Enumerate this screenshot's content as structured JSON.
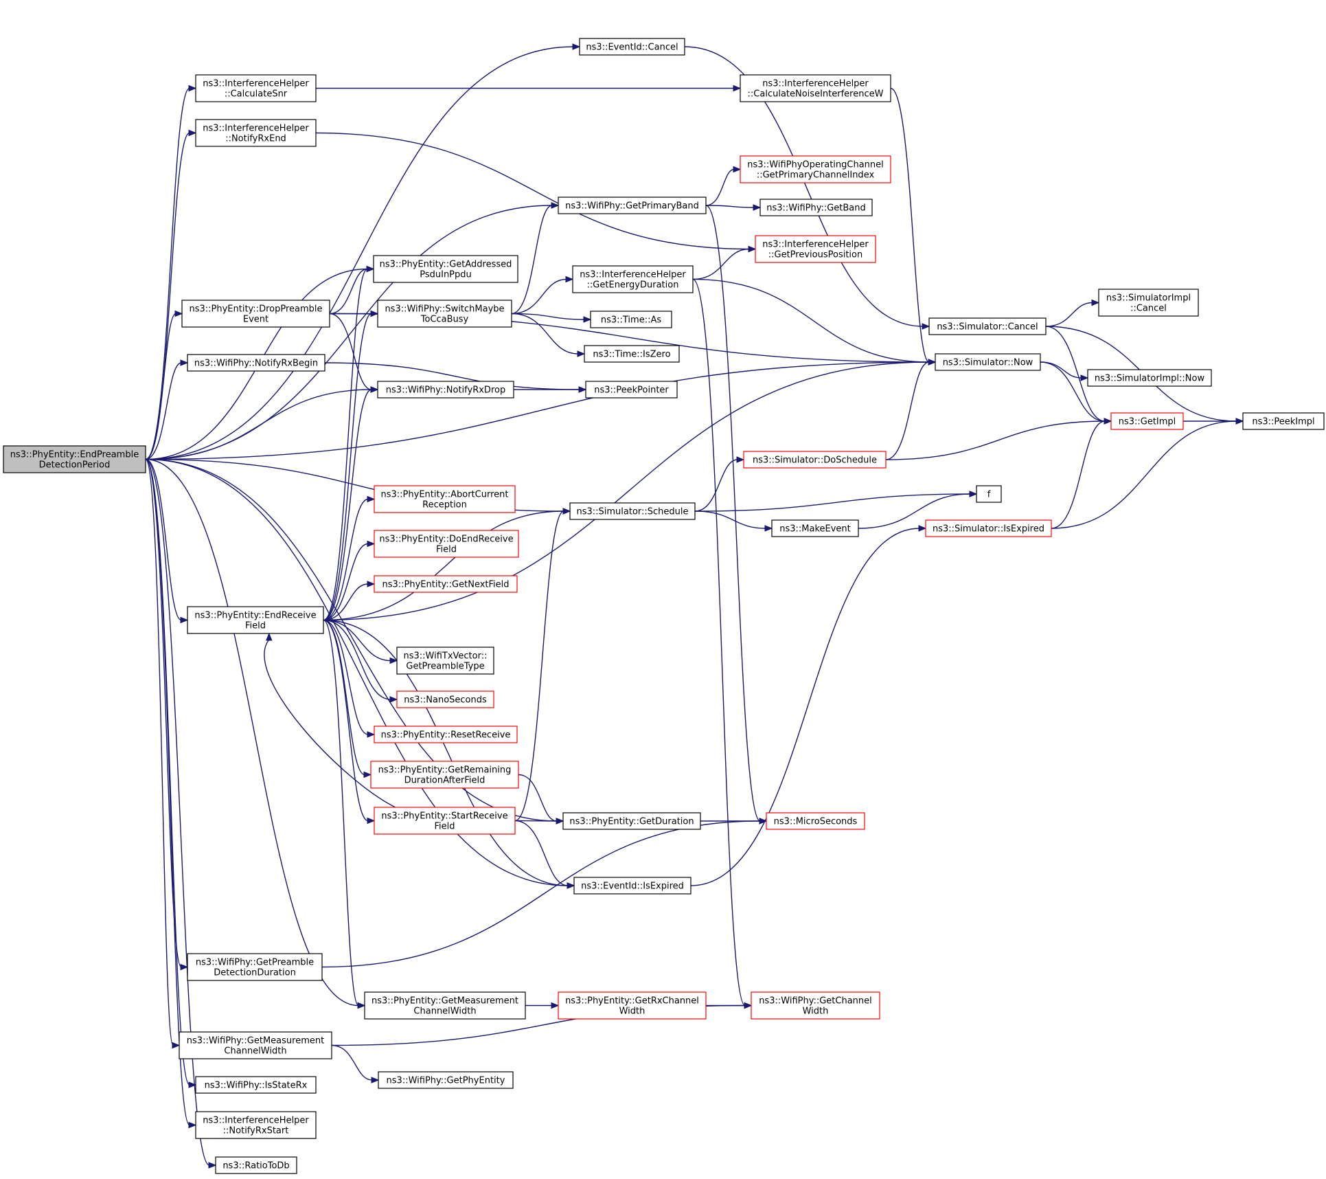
{
  "colors": {
    "edge": "#191970",
    "node_border": "#000000",
    "node_border_undocumented": "#ff0000",
    "root_fill": "#bfbfbf",
    "background": "#ffffff"
  },
  "nodes": {
    "root": {
      "lines": [
        "ns3::PhyEntity::EndPreamble",
        "DetectionPeriod"
      ]
    },
    "calculate_snr": {
      "lines": [
        "ns3::InterferenceHelper",
        "::CalculateSnr"
      ]
    },
    "notify_rx_end_ih": {
      "lines": [
        "ns3::InterferenceHelper",
        "::NotifyRxEnd"
      ]
    },
    "drop_preamble_event": {
      "lines": [
        "ns3::PhyEntity::DropPreamble",
        "Event"
      ]
    },
    "wifiphy_notify_rx_begin": {
      "lines": [
        "ns3::WifiPhy::NotifyRxBegin"
      ]
    },
    "end_receive_field": {
      "lines": [
        "ns3::PhyEntity::EndReceive",
        "Field"
      ]
    },
    "get_preamble_detection_duration": {
      "lines": [
        "ns3::WifiPhy::GetPreamble",
        "DetectionDuration"
      ]
    },
    "wifiphy_get_measurement_channel_width": {
      "lines": [
        "ns3::WifiPhy::GetMeasurement",
        "ChannelWidth"
      ]
    },
    "is_state_rx": {
      "lines": [
        "ns3::WifiPhy::IsStateRx"
      ]
    },
    "notify_rx_start_ih": {
      "lines": [
        "ns3::InterferenceHelper",
        "::NotifyRxStart"
      ]
    },
    "ratio_to_db": {
      "lines": [
        "ns3::RatioToDb"
      ]
    },
    "get_addressed_psdu": {
      "lines": [
        "ns3::PhyEntity::GetAddressed",
        "PsduInPpdu"
      ]
    },
    "switch_maybe_to_cca_busy": {
      "lines": [
        "ns3::WifiPhy::SwitchMaybe",
        "ToCcaBusy"
      ]
    },
    "wifiphy_notify_rx_drop": {
      "lines": [
        "ns3::WifiPhy::NotifyRxDrop"
      ]
    },
    "abort_current_reception": {
      "lines": [
        "ns3::PhyEntity::AbortCurrent",
        "Reception"
      ]
    },
    "do_end_receive_field": {
      "lines": [
        "ns3::PhyEntity::DoEndReceive",
        "Field"
      ]
    },
    "get_next_field": {
      "lines": [
        "ns3::PhyEntity::GetNextField"
      ]
    },
    "get_preamble_type": {
      "lines": [
        "ns3::WifiTxVector::",
        "GetPreambleType"
      ]
    },
    "nano_seconds": {
      "lines": [
        "ns3::NanoSeconds"
      ]
    },
    "reset_receive": {
      "lines": [
        "ns3::PhyEntity::ResetReceive"
      ]
    },
    "get_remaining_duration": {
      "lines": [
        "ns3::PhyEntity::GetRemaining",
        "DurationAfterField"
      ]
    },
    "start_receive_field": {
      "lines": [
        "ns3::PhyEntity::StartReceive",
        "Field"
      ]
    },
    "phyentity_get_measurement_channel_width": {
      "lines": [
        "ns3::PhyEntity::GetMeasurement",
        "ChannelWidth"
      ]
    },
    "get_phy_entity": {
      "lines": [
        "ns3::WifiPhy::GetPhyEntity"
      ]
    },
    "eventid_cancel": {
      "lines": [
        "ns3::EventId::Cancel"
      ]
    },
    "get_primary_band": {
      "lines": [
        "ns3::WifiPhy::GetPrimaryBand"
      ]
    },
    "get_energy_duration": {
      "lines": [
        "ns3::InterferenceHelper",
        "::GetEnergyDuration"
      ]
    },
    "time_as": {
      "lines": [
        "ns3::Time::As"
      ]
    },
    "time_is_zero": {
      "lines": [
        "ns3::Time::IsZero"
      ]
    },
    "peek_pointer": {
      "lines": [
        "ns3::PeekPointer"
      ]
    },
    "simulator_schedule": {
      "lines": [
        "ns3::Simulator::Schedule"
      ]
    },
    "phyentity_get_duration": {
      "lines": [
        "ns3::PhyEntity::GetDuration"
      ]
    },
    "eventid_is_expired": {
      "lines": [
        "ns3::EventId::IsExpired"
      ]
    },
    "get_rx_channel_width": {
      "lines": [
        "ns3::PhyEntity::GetRxChannel",
        "Width"
      ]
    },
    "calculate_noise_interference_w": {
      "lines": [
        "ns3::InterferenceHelper",
        "::CalculateNoiseInterferenceW"
      ]
    },
    "get_primary_channel_index": {
      "lines": [
        "ns3::WifiPhyOperatingChannel",
        "::GetPrimaryChannelIndex"
      ]
    },
    "wifiphy_get_band": {
      "lines": [
        "ns3::WifiPhy::GetBand"
      ]
    },
    "get_previous_position": {
      "lines": [
        "ns3::InterferenceHelper",
        "::GetPreviousPosition"
      ]
    },
    "simulator_do_schedule": {
      "lines": [
        "ns3::Simulator::DoSchedule"
      ]
    },
    "make_event": {
      "lines": [
        "ns3::MakeEvent"
      ]
    },
    "micro_seconds": {
      "lines": [
        "ns3::MicroSeconds"
      ]
    },
    "wifiphy_get_channel_width": {
      "lines": [
        "ns3::WifiPhy::GetChannel",
        "Width"
      ]
    },
    "simulator_cancel": {
      "lines": [
        "ns3::Simulator::Cancel"
      ]
    },
    "simulator_now": {
      "lines": [
        "ns3::Simulator::Now"
      ]
    },
    "f": {
      "lines": [
        "f"
      ]
    },
    "simulator_is_expired": {
      "lines": [
        "ns3::Simulator::IsExpired"
      ]
    },
    "simulatorimpl_cancel": {
      "lines": [
        "ns3::SimulatorImpl",
        "::Cancel"
      ]
    },
    "simulatorimpl_now": {
      "lines": [
        "ns3::SimulatorImpl::Now"
      ]
    },
    "get_impl": {
      "lines": [
        "ns3::GetImpl"
      ]
    },
    "peek_impl": {
      "lines": [
        "ns3::PeekImpl"
      ]
    }
  },
  "edges": [
    [
      "root",
      "eventid_cancel"
    ],
    [
      "root",
      "calculate_snr"
    ],
    [
      "root",
      "notify_rx_end_ih"
    ],
    [
      "root",
      "get_primary_band"
    ],
    [
      "root",
      "get_addressed_psdu"
    ],
    [
      "root",
      "simulator_now"
    ],
    [
      "root",
      "drop_preamble_event"
    ],
    [
      "root",
      "wifiphy_notify_rx_begin"
    ],
    [
      "root",
      "wifiphy_notify_rx_drop"
    ],
    [
      "root",
      "simulator_schedule"
    ],
    [
      "root",
      "end_receive_field"
    ],
    [
      "root",
      "phyentity_get_duration"
    ],
    [
      "root",
      "eventid_is_expired"
    ],
    [
      "root",
      "get_preamble_detection_duration"
    ],
    [
      "root",
      "phyentity_get_measurement_channel_width"
    ],
    [
      "root",
      "wifiphy_get_measurement_channel_width"
    ],
    [
      "root",
      "is_state_rx"
    ],
    [
      "root",
      "notify_rx_start_ih"
    ],
    [
      "root",
      "ratio_to_db"
    ],
    [
      "calculate_snr",
      "calculate_noise_interference_w"
    ],
    [
      "notify_rx_end_ih",
      "get_previous_position"
    ],
    [
      "drop_preamble_event",
      "get_addressed_psdu"
    ],
    [
      "drop_preamble_event",
      "switch_maybe_to_cca_busy"
    ],
    [
      "drop_preamble_event",
      "wifiphy_notify_rx_drop"
    ],
    [
      "drop_preamble_event",
      "simulator_now"
    ],
    [
      "wifiphy_notify_rx_begin",
      "peek_pointer"
    ],
    [
      "wifiphy_notify_rx_drop",
      "peek_pointer"
    ],
    [
      "end_receive_field",
      "get_addressed_psdu"
    ],
    [
      "end_receive_field",
      "switch_maybe_to_cca_busy"
    ],
    [
      "end_receive_field",
      "wifiphy_notify_rx_drop"
    ],
    [
      "end_receive_field",
      "simulator_now"
    ],
    [
      "end_receive_field",
      "abort_current_reception"
    ],
    [
      "end_receive_field",
      "do_end_receive_field"
    ],
    [
      "end_receive_field",
      "get_next_field"
    ],
    [
      "end_receive_field",
      "simulator_schedule"
    ],
    [
      "end_receive_field",
      "get_preamble_type"
    ],
    [
      "end_receive_field",
      "nano_seconds"
    ],
    [
      "end_receive_field",
      "reset_receive"
    ],
    [
      "end_receive_field",
      "get_remaining_duration"
    ],
    [
      "end_receive_field",
      "start_receive_field"
    ],
    [
      "end_receive_field",
      "eventid_is_expired"
    ],
    [
      "end_receive_field",
      "phyentity_get_measurement_channel_width"
    ],
    [
      "switch_maybe_to_cca_busy",
      "get_primary_band"
    ],
    [
      "switch_maybe_to_cca_busy",
      "get_energy_duration"
    ],
    [
      "switch_maybe_to_cca_busy",
      "time_as"
    ],
    [
      "switch_maybe_to_cca_busy",
      "time_is_zero"
    ],
    [
      "get_remaining_duration",
      "phyentity_get_duration"
    ],
    [
      "start_receive_field",
      "end_receive_field"
    ],
    [
      "start_receive_field",
      "simulator_schedule"
    ],
    [
      "start_receive_field",
      "phyentity_get_duration"
    ],
    [
      "start_receive_field",
      "eventid_is_expired"
    ],
    [
      "get_preamble_detection_duration",
      "micro_seconds"
    ],
    [
      "phyentity_get_measurement_channel_width",
      "get_rx_channel_width"
    ],
    [
      "get_rx_channel_width",
      "wifiphy_get_channel_width"
    ],
    [
      "wifiphy_get_measurement_channel_width",
      "wifiphy_get_channel_width"
    ],
    [
      "wifiphy_get_measurement_channel_width",
      "get_phy_entity"
    ],
    [
      "eventid_cancel",
      "simulator_cancel"
    ],
    [
      "get_primary_band",
      "get_primary_channel_index"
    ],
    [
      "get_primary_band",
      "wifiphy_get_band"
    ],
    [
      "get_primary_band",
      "micro_seconds"
    ],
    [
      "get_energy_duration",
      "get_previous_position"
    ],
    [
      "get_energy_duration",
      "simulator_now"
    ],
    [
      "get_energy_duration",
      "wifiphy_get_channel_width"
    ],
    [
      "calculate_noise_interference_w",
      "simulator_now"
    ],
    [
      "simulator_schedule",
      "simulator_do_schedule"
    ],
    [
      "simulator_schedule",
      "f"
    ],
    [
      "simulator_schedule",
      "make_event"
    ],
    [
      "make_event",
      "f"
    ],
    [
      "phyentity_get_duration",
      "micro_seconds"
    ],
    [
      "eventid_is_expired",
      "simulator_is_expired"
    ],
    [
      "simulator_do_schedule",
      "simulator_now"
    ],
    [
      "simulator_do_schedule",
      "get_impl"
    ],
    [
      "simulator_cancel",
      "simulatorimpl_cancel"
    ],
    [
      "simulator_cancel",
      "get_impl"
    ],
    [
      "simulator_cancel",
      "peek_impl"
    ],
    [
      "simulator_now",
      "simulatorimpl_now"
    ],
    [
      "simulator_now",
      "get_impl"
    ],
    [
      "simulator_is_expired",
      "get_impl"
    ],
    [
      "simulator_is_expired",
      "peek_impl"
    ],
    [
      "get_impl",
      "peek_impl"
    ]
  ]
}
